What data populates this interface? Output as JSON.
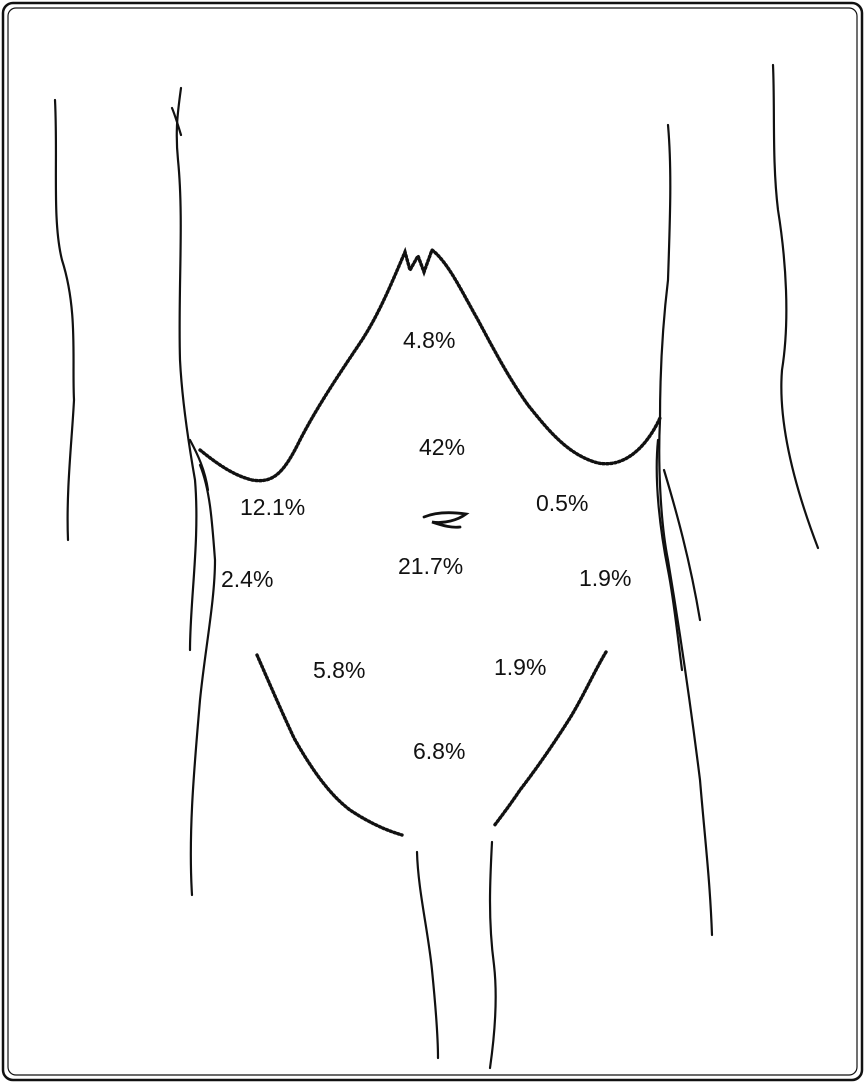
{
  "figure": {
    "regions": [
      {
        "id": "epigastric",
        "label": "4.8%"
      },
      {
        "id": "upper-central",
        "label": "42%"
      },
      {
        "id": "right-upper",
        "label": "12.1%"
      },
      {
        "id": "left-upper",
        "label": "0.5%"
      },
      {
        "id": "right-flank",
        "label": "2.4%"
      },
      {
        "id": "periumbilical",
        "label": "21.7%"
      },
      {
        "id": "left-flank",
        "label": "1.9%"
      },
      {
        "id": "right-lower",
        "label": "5.8%"
      },
      {
        "id": "left-lower",
        "label": "1.9%"
      },
      {
        "id": "suprapubic",
        "label": "6.8%"
      }
    ],
    "colors": {
      "line": "#111111",
      "border": "#111111",
      "background": "#ffffff"
    }
  }
}
